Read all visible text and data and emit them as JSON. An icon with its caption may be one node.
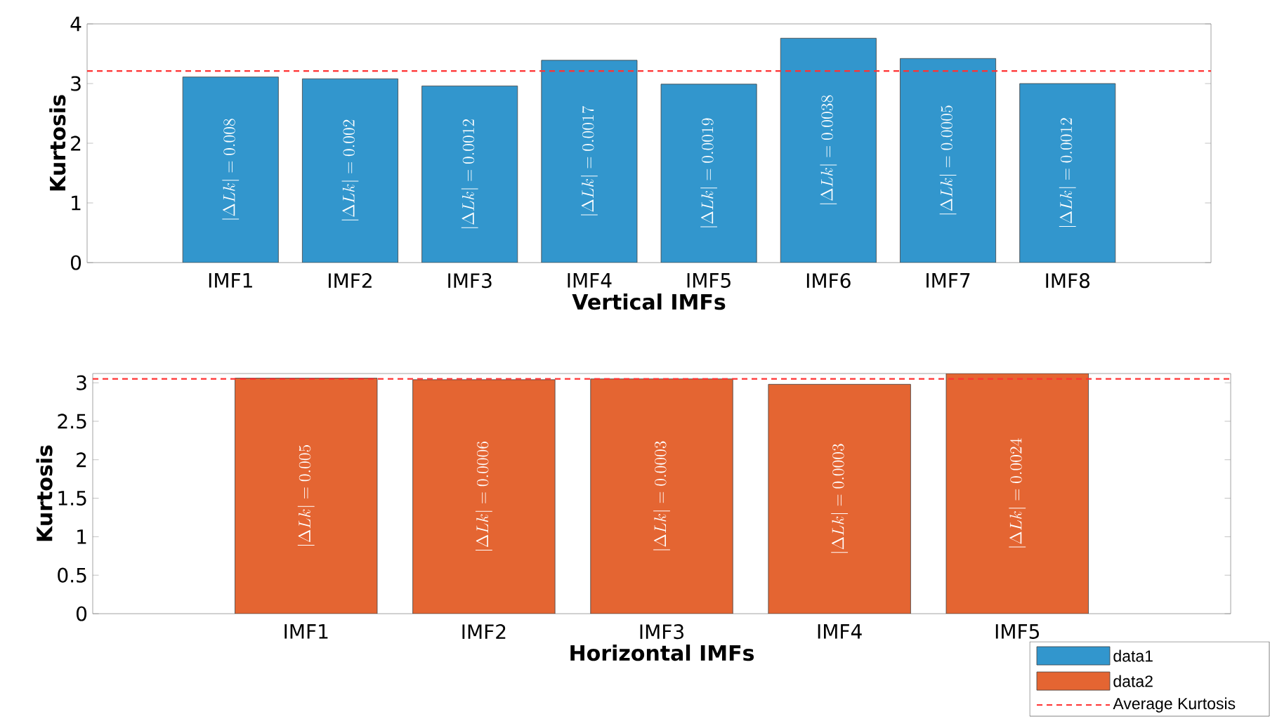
{
  "diagram": {
    "legend": [
      {
        "text": "data1",
        "color": "#3296cd"
      },
      {
        "text": "data2",
        "color": "#e46532"
      },
      {
        "text": "Average Kurtosis"
      }
    ],
    "chart_data": [
      {
        "type": "bar",
        "xlabel": "Vertical IMFs",
        "ylabel": "Kurtosis",
        "categories": [
          "IMF1",
          "IMF2",
          "IMF3",
          "IMF4",
          "IMF5",
          "IMF6",
          "IMF7",
          "IMF8"
        ],
        "series": [
          {
            "color": "#3296cd",
            "values": [
              3.11,
              3.08,
              2.96,
              3.39,
              2.99,
              3.76,
              3.42,
              3.0
            ]
          }
        ],
        "value_labels": [
          "|\\Delta Lk| = 0.008",
          "|\\Delta Lk| = 0.002",
          "|\\Delta Lk| = 0.0012",
          "|\\Delta Lk| = 0.0017",
          "|\\Delta Lk| = 0.0019",
          "|\\Delta Lk| = 0.0038",
          "|\\Delta Lk| = 0.0005",
          "|\\Delta Lk| = 0.0012"
        ],
        "ylim": [
          0,
          4
        ],
        "yticks": [
          0,
          1,
          2,
          3,
          4
        ],
        "ref_lines": [
          {
            "axis": "y",
            "value": 3.21
          }
        ]
      },
      {
        "type": "bar",
        "xlabel": "Horizontal IMFs",
        "ylabel": "Kurtosis",
        "categories": [
          "IMF1",
          "IMF2",
          "IMF3",
          "IMF4",
          "IMF5"
        ],
        "series": [
          {
            "color": "#e46532",
            "values": [
              3.06,
              3.04,
              3.05,
              2.98,
              3.12
            ]
          }
        ],
        "value_labels": [
          "|\\Delta Lk| = 0.005",
          "|\\Delta Lk| = 0.0006",
          "|\\Delta Lk| = 0.0003",
          "|\\Delta Lk| = 0.0003",
          "|\\Delta Lk| = 0.0024"
        ],
        "ylim": [
          0,
          3.12
        ],
        "yticks": [
          0,
          0.5,
          1,
          1.5,
          2,
          2.5,
          3
        ],
        "ref_lines": [
          {
            "axis": "y",
            "value": 3.05
          }
        ]
      }
    ]
  }
}
